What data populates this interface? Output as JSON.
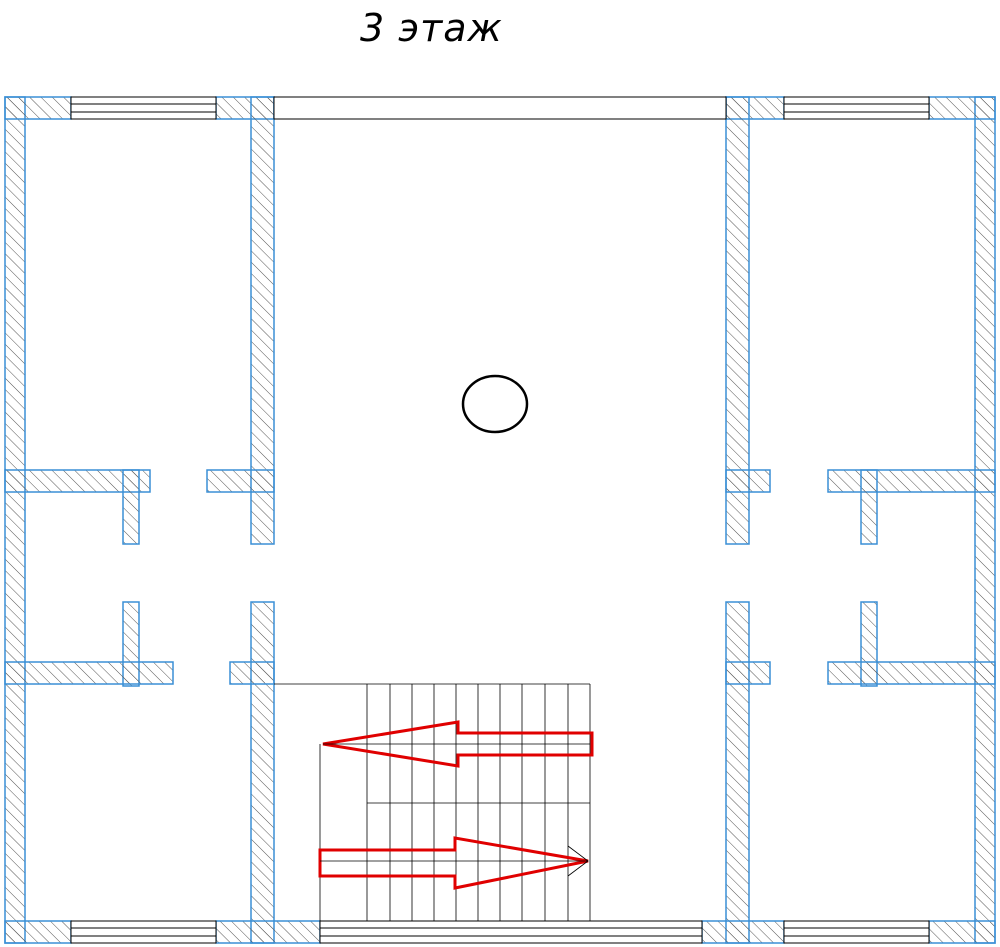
{
  "title": "3 этаж",
  "colors": {
    "wall_outline": "#3a8fd6",
    "hatch": "#555555",
    "line": "#000000",
    "arrow": "#e00000",
    "background": "#ffffff"
  },
  "stairs": {
    "arrows": [
      {
        "direction": "left"
      },
      {
        "direction": "right"
      }
    ]
  }
}
